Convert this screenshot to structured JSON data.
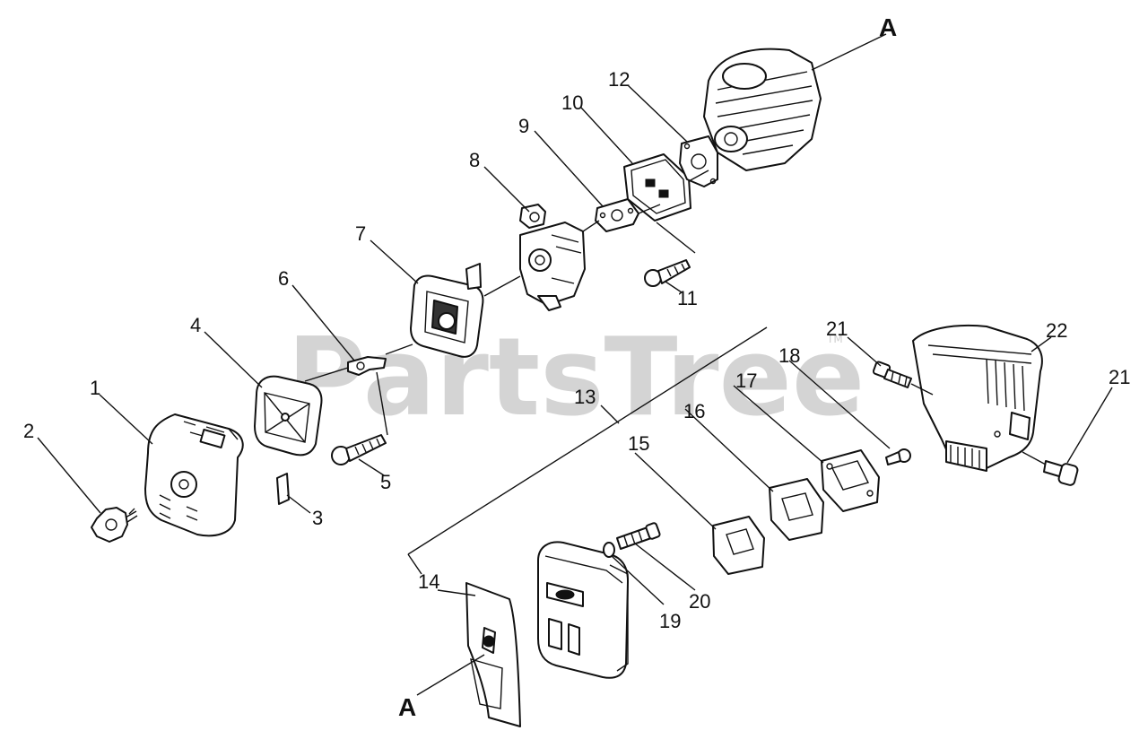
{
  "watermark": {
    "text": "PartsTree",
    "mark": "TM"
  },
  "reference_markers": [
    "A",
    "A"
  ],
  "callouts": [
    "1",
    "2",
    "3",
    "4",
    "5",
    "6",
    "7",
    "8",
    "9",
    "10",
    "11",
    "12",
    "13",
    "14",
    "15",
    "16",
    "17",
    "18",
    "19",
    "20",
    "21",
    "21",
    "22"
  ]
}
